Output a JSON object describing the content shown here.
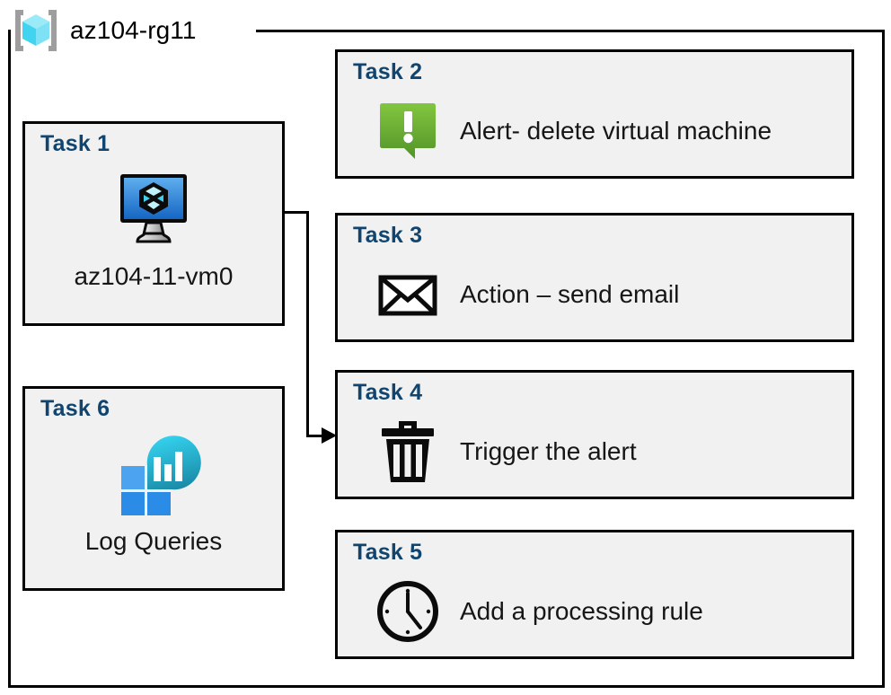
{
  "resource_group": {
    "name": "az104-rg11",
    "icon": "azure-resource-group-icon"
  },
  "colors": {
    "task_title": "#11456F",
    "card_background": "#f1f1f1",
    "card_border": "#000000",
    "alert_green_light": "#7DBE3C",
    "alert_green_dark": "#57952B",
    "vm_blue_light": "#5BA7E8",
    "vm_blue_dark": "#1565C0",
    "log_tile_light": "#4CA3F0",
    "log_tile_dark": "#2B8CE8",
    "log_circle_light": "#2BC8E8",
    "log_circle_dark": "#1B8FA8",
    "rg_cube_cyan": "#6FE0F5",
    "rg_bracket_gray": "#9E9E9E"
  },
  "cards": [
    {
      "id": "task-1",
      "title": "Task 1",
      "label": "az104-11-vm0",
      "icon": "virtual-machine-icon",
      "column": "left"
    },
    {
      "id": "task-2",
      "title": "Task 2",
      "label": "Alert- delete virtual machine",
      "icon": "alert-bubble-icon",
      "column": "right"
    },
    {
      "id": "task-3",
      "title": "Task 3",
      "label": "Action – send email",
      "icon": "envelope-icon",
      "column": "right"
    },
    {
      "id": "task-4",
      "title": "Task 4",
      "label": "Trigger the alert",
      "icon": "trash-can-icon",
      "column": "right"
    },
    {
      "id": "task-5",
      "title": "Task 5",
      "label": "Add a processing rule",
      "icon": "clock-icon",
      "column": "right"
    },
    {
      "id": "task-6",
      "title": "Task 6",
      "label": "Log Queries",
      "icon": "log-analytics-icon",
      "column": "left"
    }
  ],
  "connector": {
    "from": "task-1",
    "to": "task-4",
    "style": "elbow-arrow"
  }
}
